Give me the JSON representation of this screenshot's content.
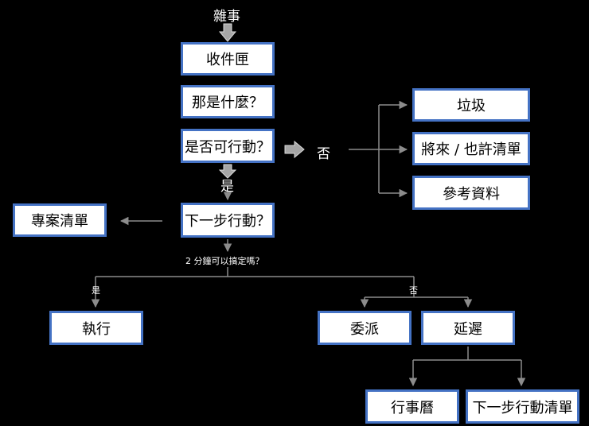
{
  "colors": {
    "background": "#000000",
    "box_fill": "#ffffff",
    "box_border": "#4472c4",
    "line": "#8c8c8c",
    "block_arrow_fill": "#a6a6a6",
    "label_text": "#ffffff"
  },
  "input": {
    "label": "雜事"
  },
  "nodes": {
    "inbox": "收件匣",
    "what_is_it": "那是什麼？",
    "actionable": "是否可行動？",
    "trash": "垃圾",
    "someday": "將來 / 也許清單",
    "reference": "參考資料",
    "next_action": "下一步行動？",
    "project_list": "專案清單",
    "do_it": "執行",
    "delegate": "委派",
    "defer": "延遲",
    "calendar": "行事曆",
    "next_action_list": "下一步行動清單"
  },
  "labels": {
    "not_actionable": "否",
    "is_actionable": "是",
    "two_minutes": "2 分鐘可以搞定嗎？",
    "two_min_yes": "是",
    "two_min_no": "否"
  }
}
